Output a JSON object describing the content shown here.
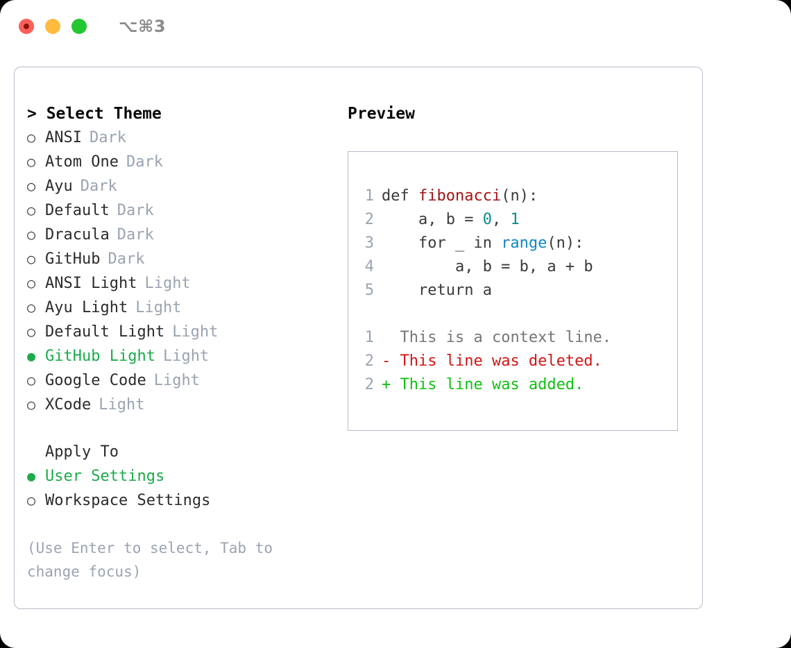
{
  "titlebar": {
    "shortcut": "⌥⌘3",
    "buttons": [
      {
        "name": "close",
        "color": "#fc6058"
      },
      {
        "name": "minimize",
        "color": "#fdbc40"
      },
      {
        "name": "maximize",
        "color": "#23c732"
      }
    ]
  },
  "theme_panel": {
    "heading": "> Select Theme",
    "marker_unselected": "○",
    "marker_selected": "●",
    "items": [
      {
        "name": "ANSI",
        "kind": "Dark",
        "selected": false
      },
      {
        "name": "Atom One",
        "kind": "Dark",
        "selected": false
      },
      {
        "name": "Ayu",
        "kind": "Dark",
        "selected": false
      },
      {
        "name": "Default",
        "kind": "Dark",
        "selected": false
      },
      {
        "name": "Dracula",
        "kind": "Dark",
        "selected": false
      },
      {
        "name": "GitHub",
        "kind": "Dark",
        "selected": false
      },
      {
        "name": "ANSI Light",
        "kind": "Light",
        "selected": false
      },
      {
        "name": "Ayu Light",
        "kind": "Light",
        "selected": false
      },
      {
        "name": "Default Light",
        "kind": "Light",
        "selected": false
      },
      {
        "name": "GitHub Light",
        "kind": "Light",
        "selected": true
      },
      {
        "name": "Google Code",
        "kind": "Light",
        "selected": false
      },
      {
        "name": "XCode",
        "kind": "Light",
        "selected": false
      }
    ]
  },
  "apply_to": {
    "heading": "Apply To",
    "items": [
      {
        "name": "User Settings",
        "selected": true
      },
      {
        "name": "Workspace Settings",
        "selected": false
      }
    ]
  },
  "hint": "(Use Enter to select, Tab to change focus)",
  "preview": {
    "heading": "Preview",
    "code_lines": [
      {
        "lineno": "1",
        "tokens": [
          {
            "text": "def ",
            "type": "kw"
          },
          {
            "text": "fibonacci",
            "type": "fn"
          },
          {
            "text": "(n):",
            "type": "plain"
          }
        ]
      },
      {
        "lineno": "2",
        "tokens": [
          {
            "text": "    a, b = ",
            "type": "plain"
          },
          {
            "text": "0",
            "type": "num"
          },
          {
            "text": ", ",
            "type": "plain"
          },
          {
            "text": "1",
            "type": "num"
          }
        ]
      },
      {
        "lineno": "3",
        "tokens": [
          {
            "text": "    for _ in ",
            "type": "plain"
          },
          {
            "text": "range",
            "type": "call"
          },
          {
            "text": "(n):",
            "type": "plain"
          }
        ]
      },
      {
        "lineno": "4",
        "tokens": [
          {
            "text": "        a, b = b, a + b",
            "type": "plain"
          }
        ]
      },
      {
        "lineno": "5",
        "tokens": [
          {
            "text": "    return a",
            "type": "plain"
          }
        ]
      }
    ],
    "diff_lines": [
      {
        "lineno": "1",
        "prefix": "  ",
        "text": "This is a context line.",
        "type": "context"
      },
      {
        "lineno": "2",
        "prefix": "- ",
        "text": "This line was deleted.",
        "type": "del"
      },
      {
        "lineno": "2",
        "prefix": "+ ",
        "text": "This line was added.",
        "type": "add"
      }
    ]
  },
  "colors": {
    "accent_green": "#1cab4b",
    "muted": "#9aa3b1",
    "border": "#b6bdc8",
    "fn_red": "#a31515",
    "num_teal": "#0f8a8a",
    "call_blue": "#1087c6",
    "diff_del": "#d01616",
    "diff_add": "#13c013"
  }
}
